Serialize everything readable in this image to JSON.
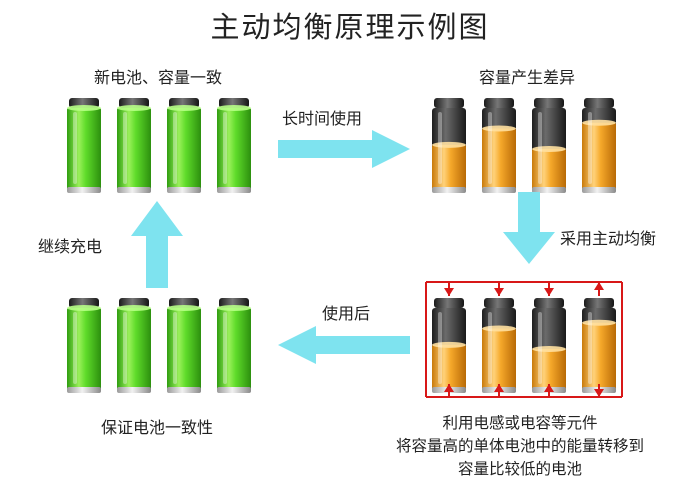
{
  "title": "主动均衡原理示例图",
  "states": {
    "new": {
      "label": "新电池、容量一致",
      "levels": [
        1,
        1,
        1,
        1
      ]
    },
    "diff": {
      "label": "容量产生差异",
      "levels": [
        0.55,
        0.75,
        0.5,
        0.82
      ]
    },
    "balancing": {
      "levels": [
        0.55,
        0.75,
        0.5,
        0.82
      ]
    },
    "restored": {
      "label": "保证电池一致性",
      "levels": [
        1,
        1,
        1,
        1
      ]
    }
  },
  "steps": {
    "long_term": "长时间使用",
    "active_balance": "采用主动均衡",
    "after_use": "使用后",
    "recharge": "继续充电"
  },
  "description": {
    "line1": "利用电感或电容等元件",
    "line2": "将容量高的单体电池中的能量转移到",
    "line3": "容量比较低的电池"
  },
  "colors": {
    "full": "#4ccf1e",
    "full_light": "#9af05a",
    "low": "#f0a01e",
    "low_light": "#ffcf70",
    "empty": "#3a3a3a",
    "arrow": "#7ee3ef",
    "transfer": "#d81818"
  }
}
